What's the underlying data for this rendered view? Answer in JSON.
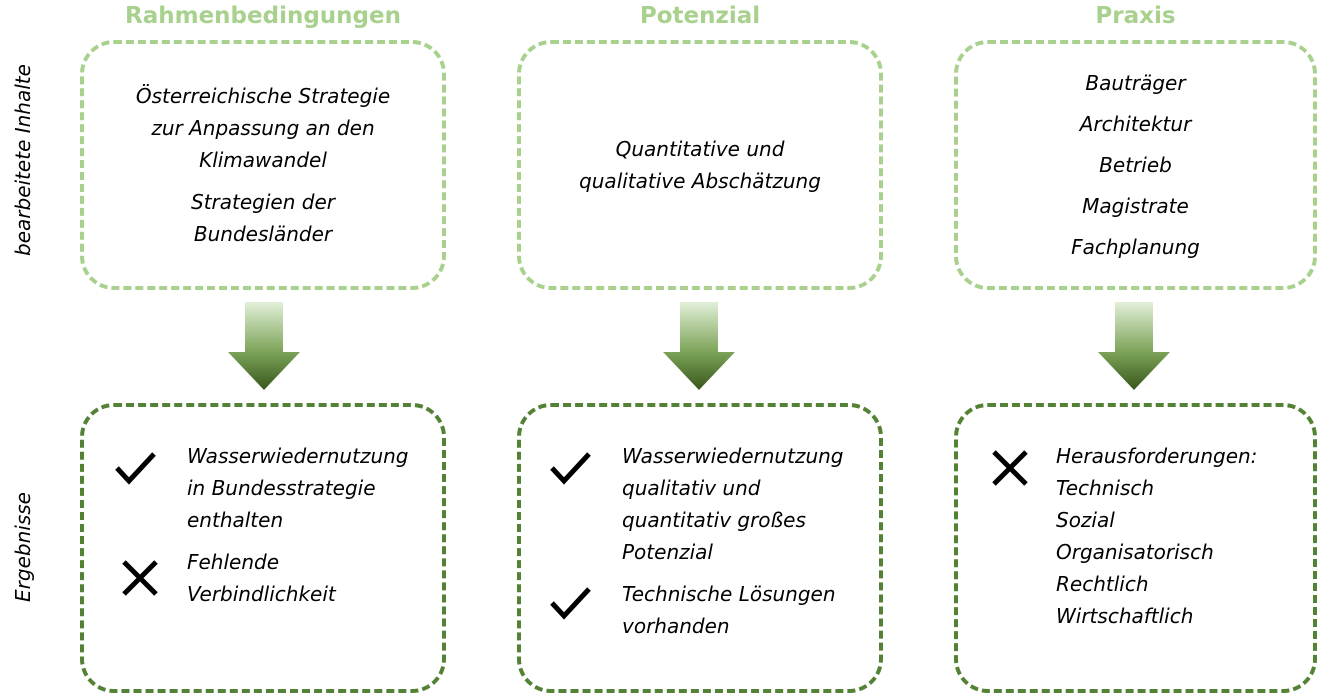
{
  "columns": [
    {
      "title": "Rahmenbedingungen",
      "inputs": [
        "Österreichische Strategie\nzur Anpassung an den\nKlimawandel",
        "Strategien der\nBundesländer"
      ],
      "results": [
        {
          "status": "check",
          "icon": "check-icon",
          "text": "Wasserwiedernutzung\nin Bundesstrategie\nenthalten"
        },
        {
          "status": "cross",
          "icon": "cross-icon",
          "text": "Fehlende\nVerbindlichkeit"
        }
      ]
    },
    {
      "title": "Potenzial",
      "inputs": [
        "Quantitative und\nqualitative Abschätzung"
      ],
      "results": [
        {
          "status": "check",
          "icon": "check-icon",
          "text": "Wasserwiedernutzung\nqualitativ und\nquantitativ großes\nPotenzial"
        },
        {
          "status": "check",
          "icon": "check-icon",
          "text": "Technische Lösungen\nvorhanden"
        }
      ]
    },
    {
      "title": "Praxis",
      "inputs": [
        "Bauträger",
        "Architektur",
        "Betrieb",
        "Magistrate",
        "Fachplanung"
      ],
      "results": [
        {
          "status": "cross",
          "icon": "cross-icon",
          "text": "Herausforderungen:\nTechnisch\nSozial\nOrganisatorisch\nRechtlich\nWirtschaftlich"
        }
      ]
    }
  ],
  "row_labels": {
    "inputs": "bearbeitete Inhalte",
    "results": "Ergebnisse"
  },
  "colors": {
    "title": "#a9d18e",
    "top_border": "#a9d18e",
    "bottom_border": "#548235",
    "arrow_top": "#e2f0d9",
    "arrow_bottom": "#38571a"
  }
}
